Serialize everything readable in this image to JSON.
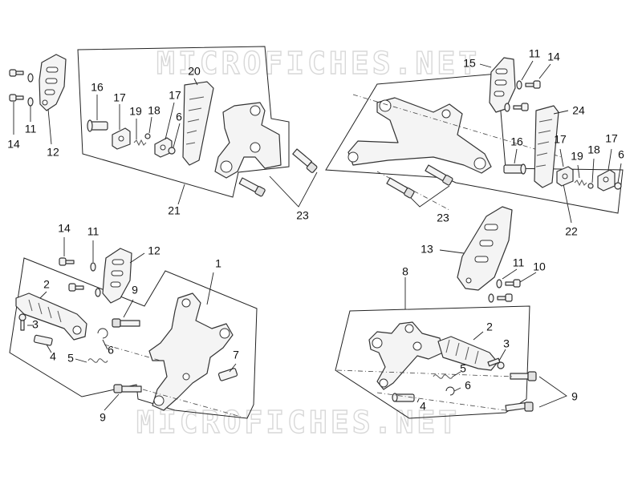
{
  "watermark": {
    "text": "MICROFICHES.NET"
  },
  "colors": {
    "line": "#222222",
    "part_fill": "#f4f4f4",
    "watermark": "#d8d8d8"
  },
  "callouts": {
    "tl_12": "12",
    "tl_11": "11",
    "tl_14": "14",
    "tl_16": "16",
    "tl_17a": "17",
    "tl_19": "19",
    "tl_18": "18",
    "tl_17b": "17",
    "tl_6": "6",
    "tl_20": "20",
    "tl_21": "21",
    "tl_23": "23",
    "tr_15": "15",
    "tr_11": "11",
    "tr_14": "14",
    "tr_24": "24",
    "tr_16": "16",
    "tr_17a": "17",
    "tr_19": "19",
    "tr_18": "18",
    "tr_17b": "17",
    "tr_6": "6",
    "tr_23": "23",
    "tr_22": "22",
    "bl_14": "14",
    "bl_11": "11",
    "bl_12": "12",
    "bl_1": "1",
    "bl_2": "2",
    "bl_9a": "9",
    "bl_3": "3",
    "bl_6": "6",
    "bl_4": "4",
    "bl_5": "5",
    "bl_7": "7",
    "bl_9b": "9",
    "br_13": "13",
    "br_11": "11",
    "br_10": "10",
    "br_8": "8",
    "br_2": "2",
    "br_3": "3",
    "br_5": "5",
    "br_6": "6",
    "br_4": "4",
    "br_9": "9"
  }
}
